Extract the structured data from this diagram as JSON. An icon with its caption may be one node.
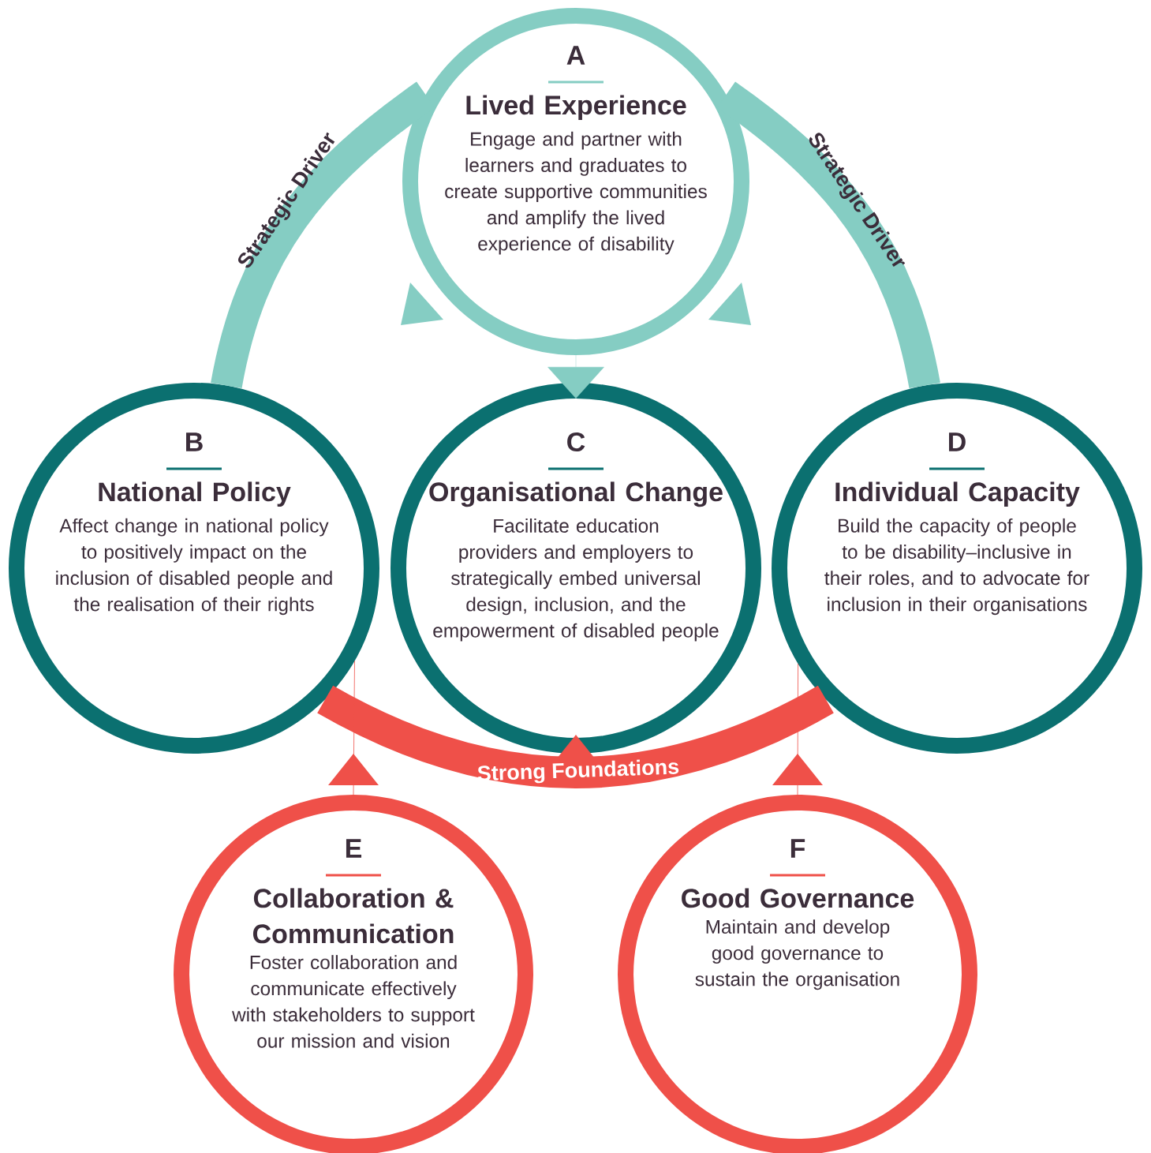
{
  "diagram": {
    "nodes": [
      {
        "text": [
          "A",
          "Lived Experience",
          "Engage and partner with learners and graduates to create supportive communities and amplify the lived experience of disability"
        ]
      },
      {
        "text": [
          "B",
          "National Policy",
          "Affect change in national policy to positively impact on the inclusion of disabled people and the realisation of their rights"
        ]
      },
      {
        "text": [
          "C",
          "Organisational Change",
          "Facilitate education providers and employers to strategically embed universal design, inclusion, and the empowerment of disabled people"
        ]
      },
      {
        "text": [
          "D",
          "Individual Capacity",
          "Build the capacity of people to be disability–inclusive in their roles, and to advocate for inclusion in their organisations"
        ]
      },
      {
        "text": [
          "E",
          "Collaboration & Communication",
          "Foster collaboration and communicate effectively with stakeholders to support our mission and vision"
        ]
      },
      {
        "text": [
          "F",
          "Good Governance",
          "Maintain and develop good governance to sustain the organisation"
        ]
      }
    ],
    "edges": [
      {
        "from": 0,
        "to": 1,
        "arrow": "none",
        "label": "Strategic Driver",
        "style": "thick",
        "color": "#85cdc3"
      },
      {
        "from": 0,
        "to": 3,
        "arrow": "none",
        "label": "Strategic Driver",
        "style": "thick",
        "color": "#85cdc3"
      },
      {
        "from": 0,
        "to": 2,
        "arrow": "to",
        "color": "#85cdc3"
      },
      {
        "from": 1,
        "to": 3,
        "arrow": "none",
        "label": "Strong Foundations",
        "style": "thick"
      },
      {
        "from": 4,
        "to": 1,
        "arrow": "to"
      },
      {
        "from": 5,
        "to": 3,
        "arrow": "to"
      },
      {
        "from": null,
        "to": 2,
        "arrow": "to"
      }
    ]
  }
}
